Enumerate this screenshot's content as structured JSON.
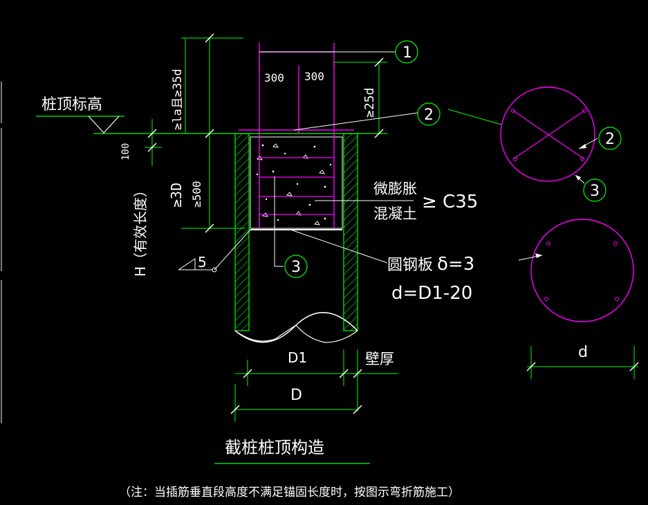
{
  "labels": {
    "pile_top_elevation": "桩顶标高",
    "anchor_len": "≥la且≥35d",
    "dim_300_left": "300",
    "dim_300_right": "300",
    "ge_25d": "≥25d",
    "dim_100": "100",
    "ge_3d": "≥3D",
    "ge_500": "≥500",
    "effective_length": "H（有效长度）",
    "weld_5": "5",
    "micro_expansion": "微膨胀",
    "concrete": "混凝土",
    "grade": "≥ C35",
    "steel_plate": "圆钢板",
    "delta_3": "δ=3",
    "d_formula": "d=D1-20",
    "dim_D1": "D1",
    "wall_thickness": "壁厚",
    "dim_D": "D",
    "dim_d": "d",
    "title": "截桩桩顶构造",
    "note": "（注：当插筋垂直段高度不满足锚固长度时，按图示弯折筋施工）"
  },
  "callouts": {
    "c1_top": "1",
    "c2_mid": "2",
    "c3_bottom": "3",
    "c2_right": "2",
    "c3_right": "3"
  },
  "colors": {
    "background": "#000000",
    "green": "#00ff00",
    "magenta": "#ff00ff",
    "white": "#ffffff",
    "hatch": "#00ff00"
  }
}
